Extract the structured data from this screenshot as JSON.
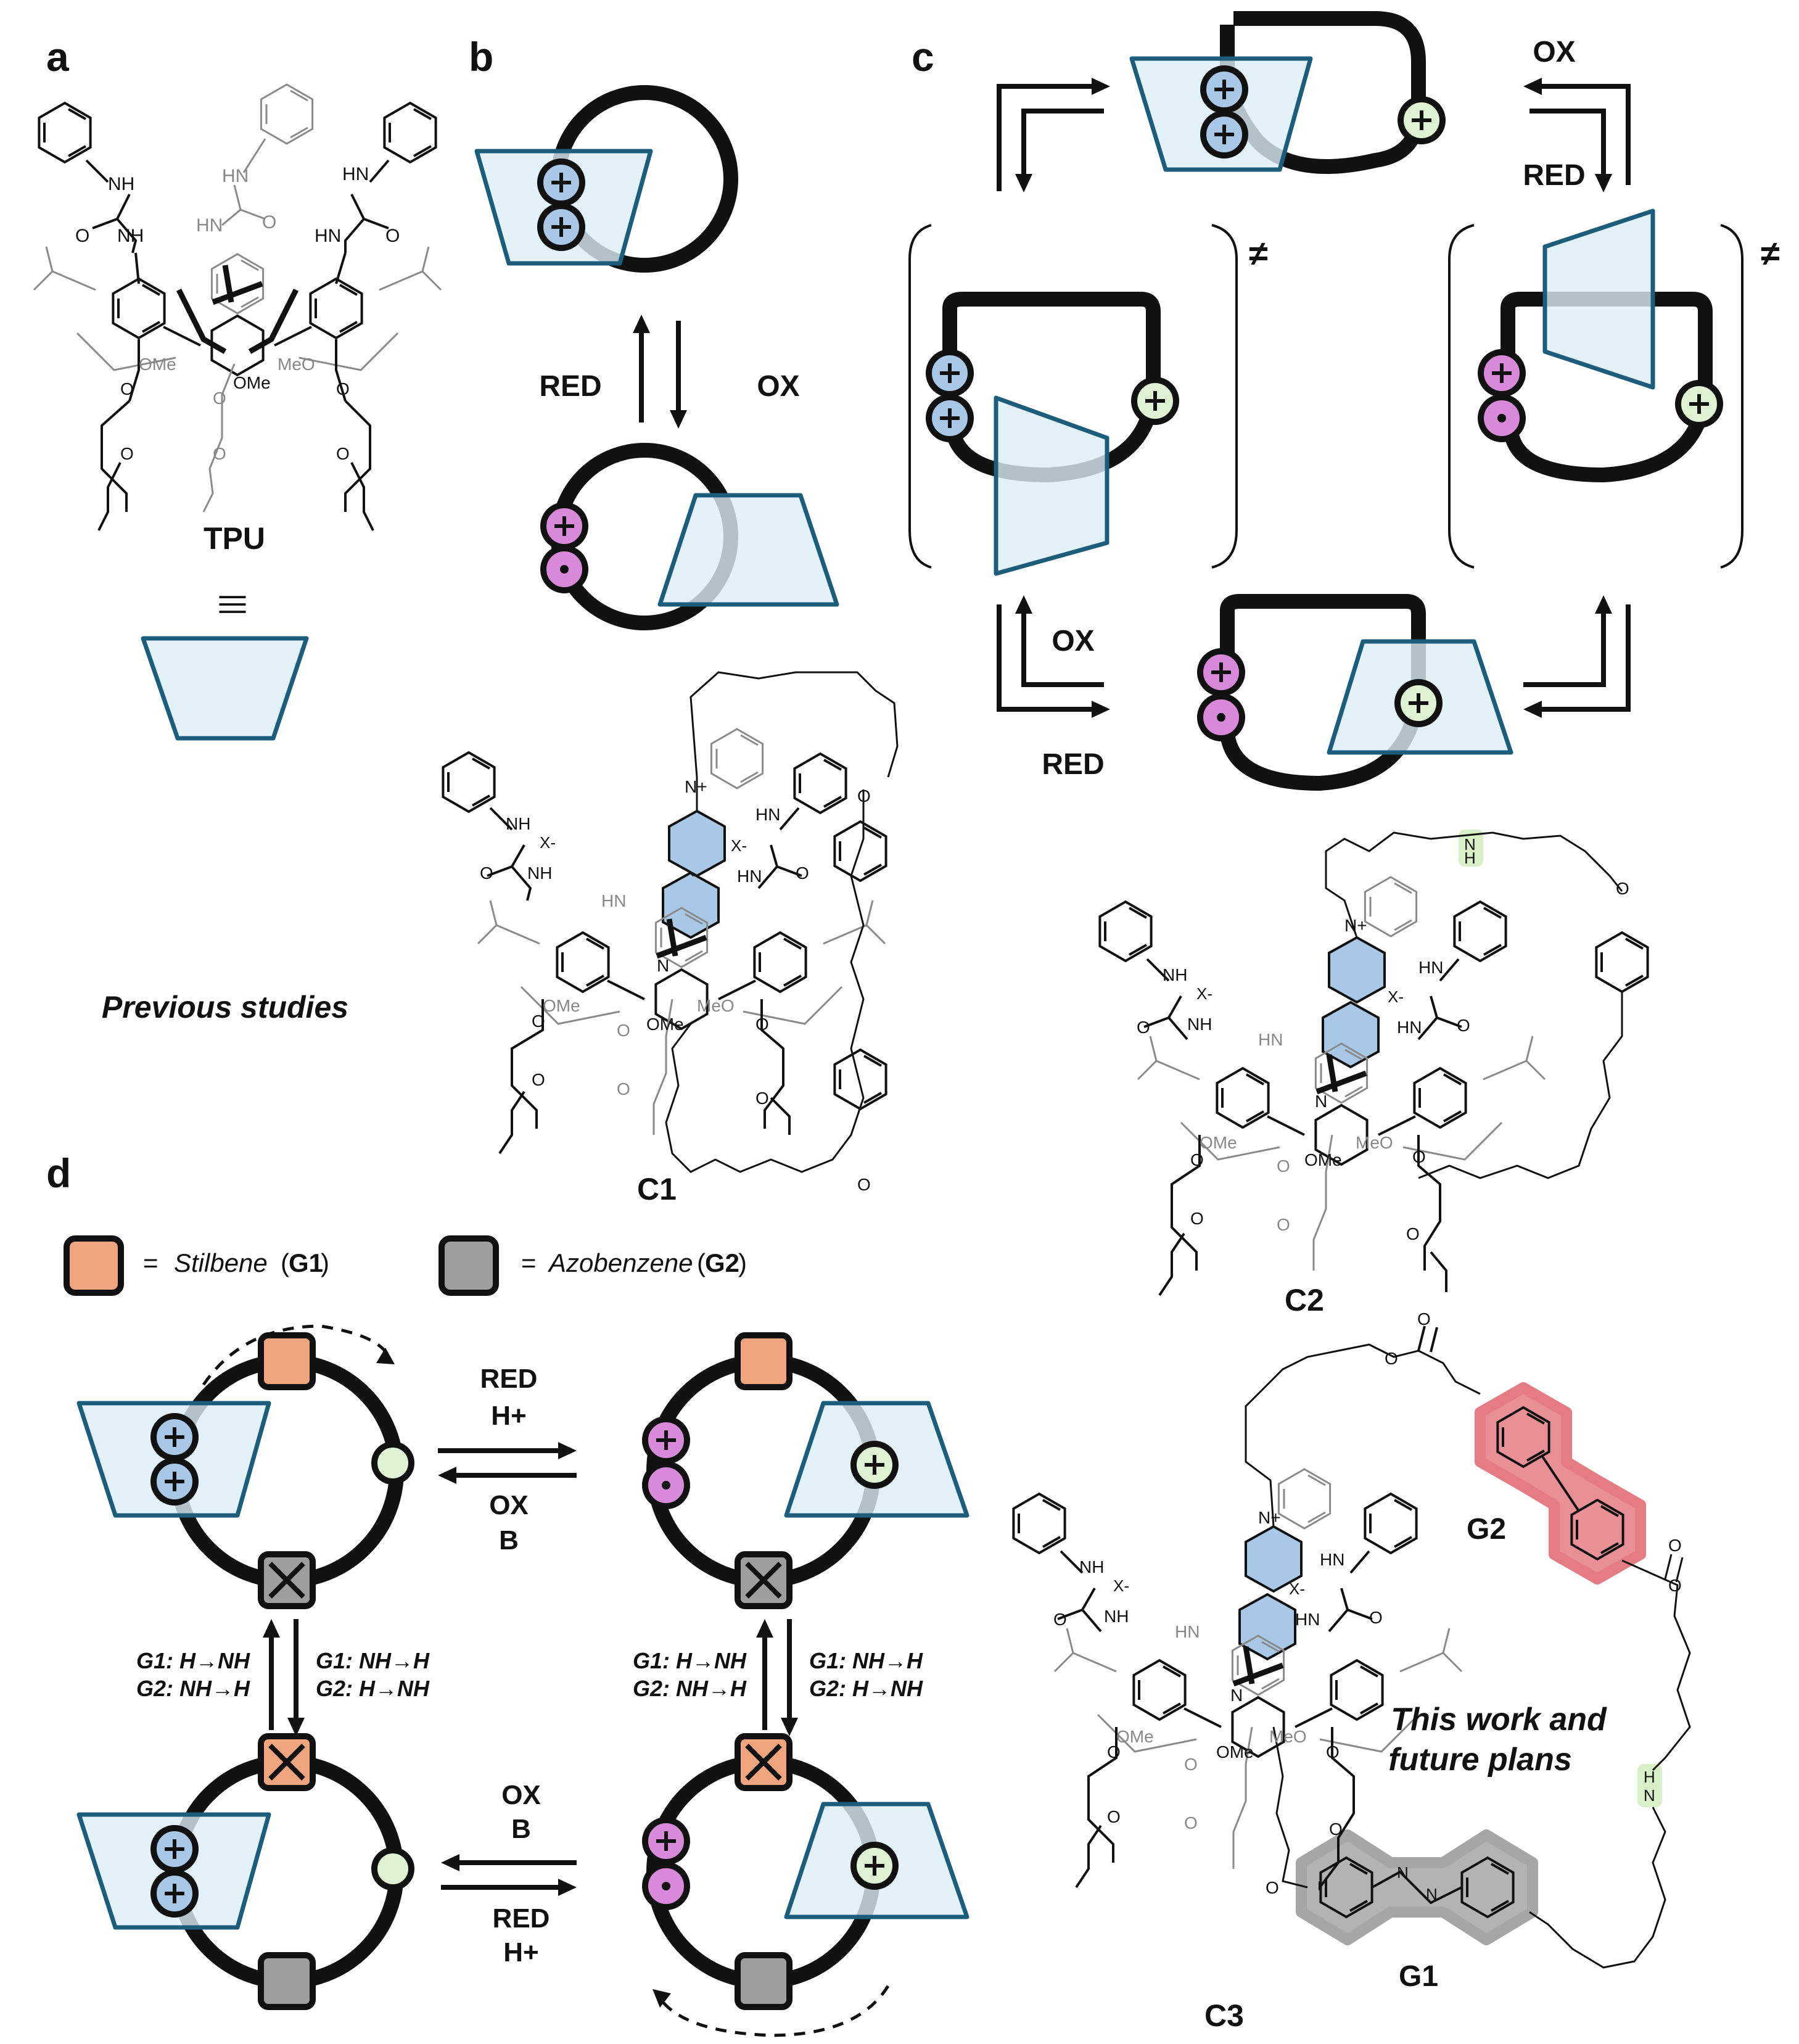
{
  "panels": {
    "a": "a",
    "b": "b",
    "c": "c",
    "d": "d"
  },
  "panel_a": {
    "compound": "TPU",
    "equiv_symbol": "|||",
    "caption": "Previous studies",
    "atoms": {
      "nh_left": "NH",
      "nh_left2": "NH",
      "o_left": "O",
      "hn_mid": "HN",
      "hn_mid2": "HN",
      "o_mid": "O",
      "hn_right": "HN",
      "hn_right2": "HN",
      "o_right": "O",
      "ome_left": "OMe",
      "ome_mid": "OMe",
      "meo_right": "MeO",
      "o_c1": "O",
      "o_c2": "O",
      "o_c3": "O",
      "o_c4": "O",
      "o_c5": "O",
      "o_c6": "O"
    }
  },
  "panel_b": {
    "red": "RED",
    "ox": "OX",
    "compound": "C1",
    "atoms": {
      "nplus": "N+",
      "nh1": "NH",
      "x1": "X-",
      "nh2": "NH",
      "o1": "O",
      "hn1": "HN",
      "x2": "X-",
      "hn2": "HN",
      "o2": "O",
      "hn3": "HN",
      "n": "N",
      "ome1": "OMe",
      "ome2": "OMe",
      "meo": "MeO",
      "o_a": "O",
      "o_b": "O",
      "o_c": "O",
      "o_d": "O",
      "o_e": "O",
      "o_f": "O",
      "o_g": "O",
      "o_h": "O"
    }
  },
  "panel_c": {
    "ox_top": "OX",
    "red_top": "RED",
    "ox_bottom": "OX",
    "red_bottom": "RED",
    "neq_left": "≠",
    "neq_right": "≠",
    "compound": "C2",
    "atoms": {
      "nh_green": "N",
      "h_green": "H",
      "nplus": "N+",
      "nh1": "NH",
      "x1": "X-",
      "nh2": "NH",
      "o1": "O",
      "hn1": "HN",
      "x2": "X-",
      "hn2": "HN",
      "o2": "O",
      "hn3": "HN",
      "n": "N",
      "ome1": "OMe",
      "ome2": "OMe",
      "meo": "MeO",
      "o_a": "O",
      "o_b": "O",
      "o_c": "O",
      "o_d": "O",
      "o_e": "O",
      "o_f": "O",
      "o_g": "O"
    }
  },
  "panel_d": {
    "legend_stilbene_eq": "=",
    "legend_stilbene": "Stilbene",
    "legend_stilbene_code": "G1",
    "legend_azobenzene_eq": "=",
    "legend_azobenzene": "Azobenzene",
    "legend_azobenzene_code": "G2",
    "top_fwd_1": "RED",
    "top_fwd_2": "H+",
    "top_rev_1": "OX",
    "top_rev_2": "B",
    "bot_fwd_1": "OX",
    "bot_fwd_2": "B",
    "bot_rev_1": "RED",
    "bot_rev_2": "H+",
    "left_a1": "G1: H→NH",
    "left_a2": "G2: NH→H",
    "left_b1": "G1: NH→H",
    "left_b2": "G2: H→NH",
    "right_a1": "G1: H→NH",
    "right_a2": "G2: NH→H",
    "right_b1": "G1: NH→H",
    "right_b2": "G2: H→NH",
    "compound": "C3",
    "caption_line1": "This work and",
    "caption_line2": "future plans",
    "g1": "G1",
    "g2": "G2",
    "atoms": {
      "nplus": "N+",
      "nh1": "NH",
      "x1": "X-",
      "nh2": "NH",
      "o1": "O",
      "hn1": "HN",
      "x2": "X-",
      "hn2": "HN",
      "o2": "O",
      "hn3": "HN",
      "n": "N",
      "ome1": "OMe",
      "ome2": "OMe",
      "meo": "MeO",
      "ester_o1": "O",
      "ester_o2": "O",
      "ester_o3": "O",
      "ester_o4": "O",
      "azo_n1": "N",
      "azo_n2": "N",
      "nh_green_h": "H",
      "nh_green_n": "N",
      "o_a": "O",
      "o_b": "O",
      "o_c": "O",
      "o_d": "O",
      "o_e": "O",
      "o_f": "O",
      "o_g": "O"
    }
  },
  "colors": {
    "host_fill": "#dcedf8",
    "host_stroke": "#1b5d7b",
    "bipyridinium": "#a9c8e8",
    "pyridinium_radical": "#d889d9",
    "ammonium": "#dff3d4",
    "stilbene": "#f0a57e",
    "azobenzene": "#9e9e9e",
    "g2_highlight": "#e57c84",
    "g1_highlight": "#a6a6a6",
    "nh_highlight": "#d7f0c7"
  }
}
